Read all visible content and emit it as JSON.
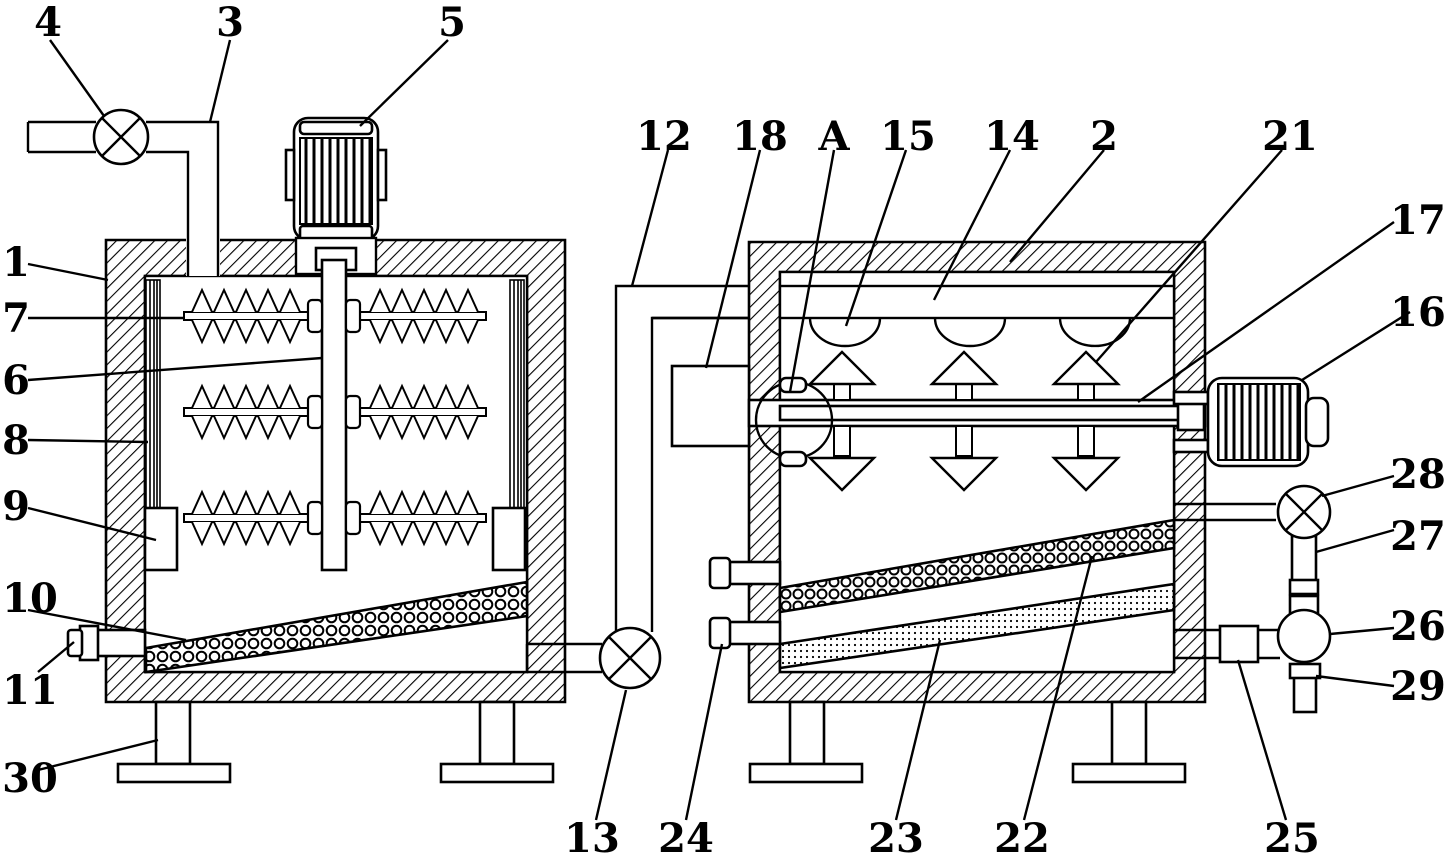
{
  "diagram": {
    "labels": {
      "l1": "1",
      "l2": "2",
      "l3": "3",
      "l4": "4",
      "l5": "5",
      "l6": "6",
      "l7": "7",
      "l8": "8",
      "l9": "9",
      "l10": "10",
      "l11": "11",
      "l12": "12",
      "l13": "13",
      "l14": "14",
      "l15": "15",
      "l16": "16",
      "l17": "17",
      "l18": "18",
      "lA": "A",
      "l21": "21",
      "l22": "22",
      "l23": "23",
      "l24": "24",
      "l25": "25",
      "l26": "26",
      "l27": "27",
      "l28": "28",
      "l29": "29",
      "l30": "30"
    }
  }
}
